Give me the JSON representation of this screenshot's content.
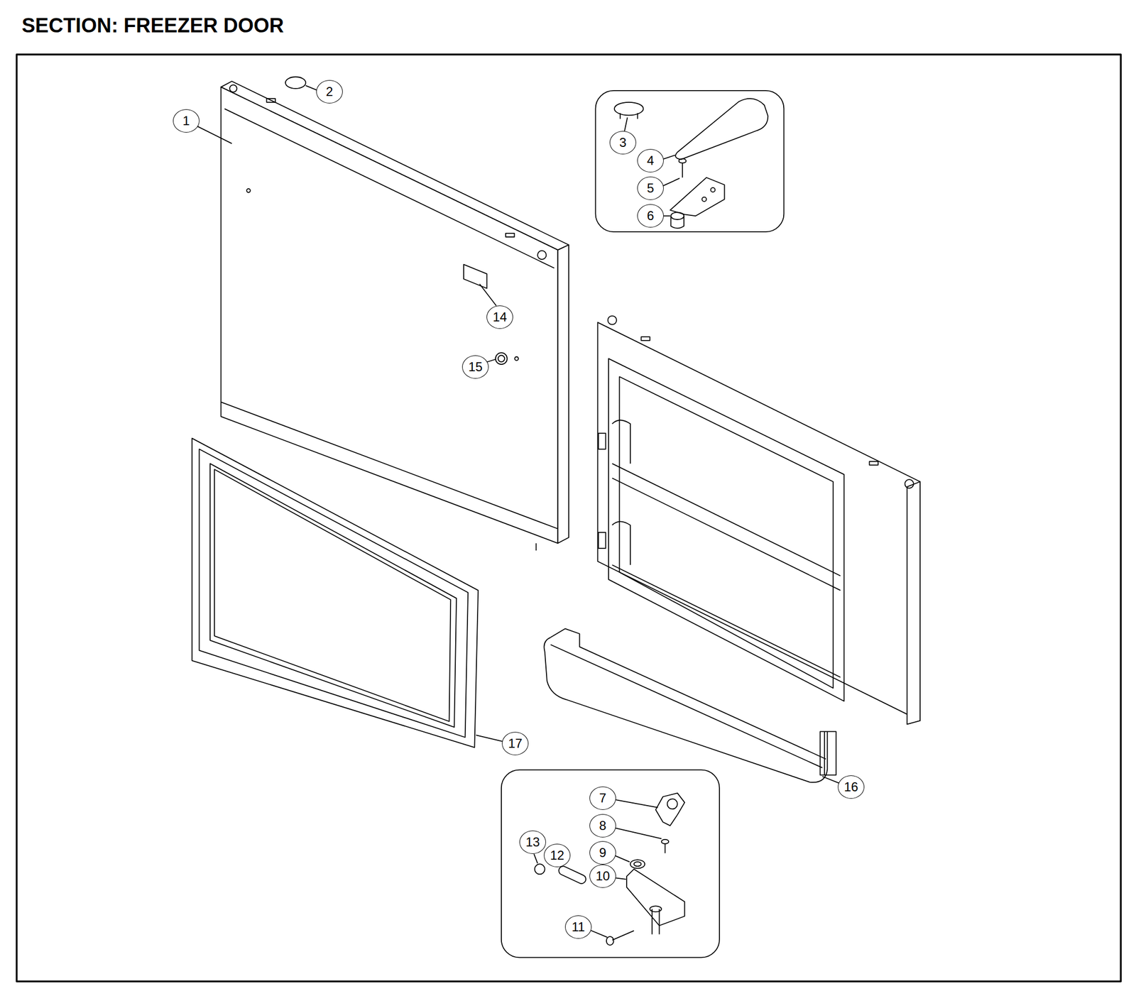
{
  "diagram": {
    "title": "SECTION: FREEZER DOOR",
    "labels": [
      "1",
      "2",
      "3",
      "4",
      "5",
      "6",
      "7",
      "8",
      "9",
      "10",
      "11",
      "12",
      "13",
      "14",
      "15",
      "16",
      "17"
    ]
  }
}
